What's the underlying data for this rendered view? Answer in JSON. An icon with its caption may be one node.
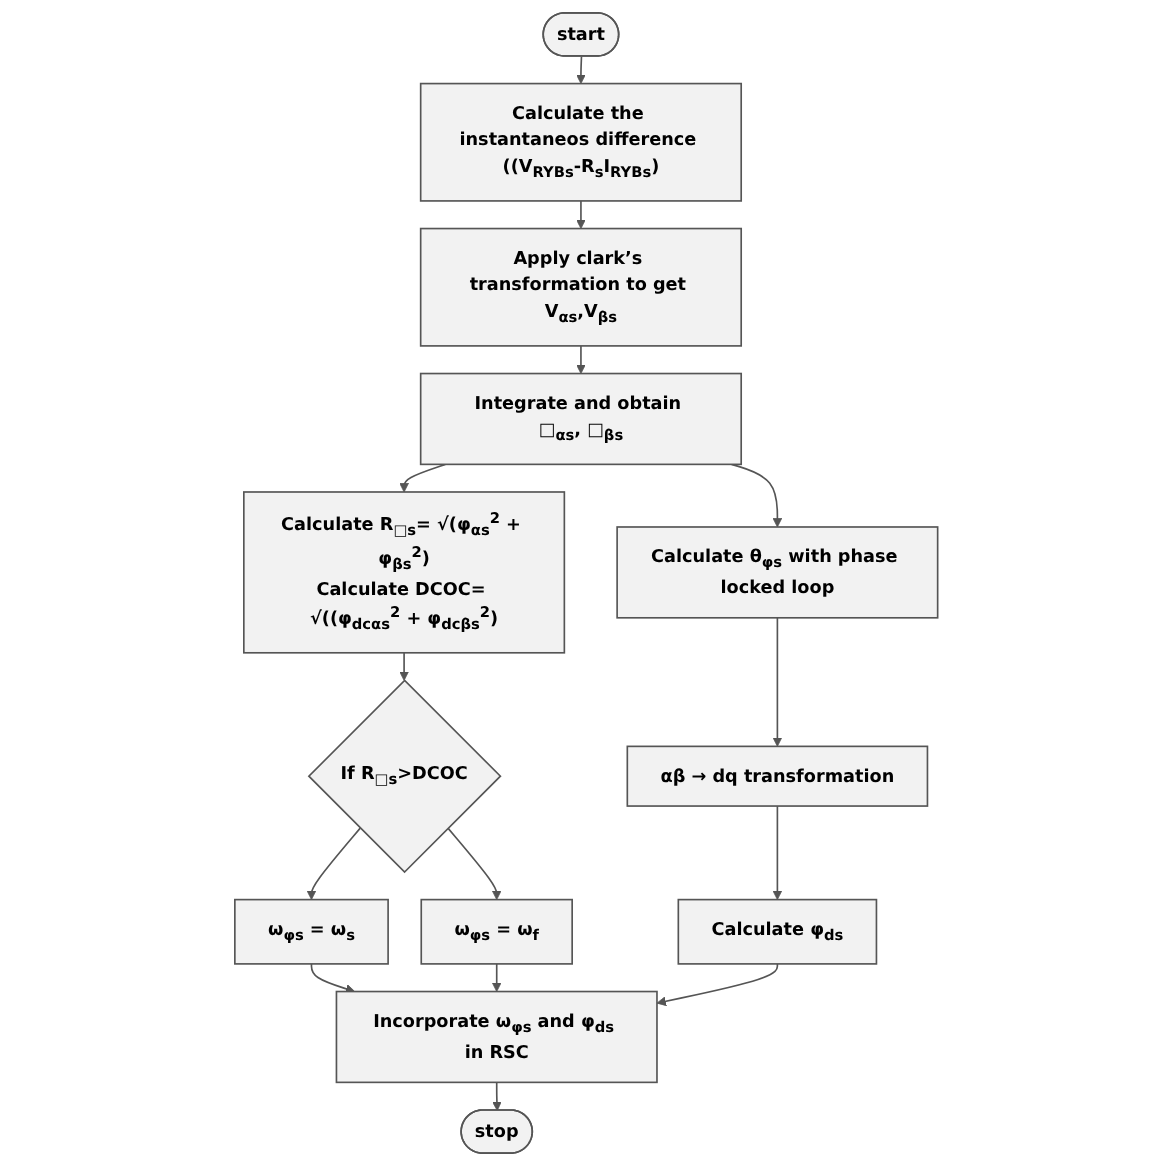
{
  "diagram": {
    "nodes": [
      {
        "text": [
          "start"
        ]
      },
      {
        "text": [
          "Calculate the instantaneos difference ((V$_{RYBs}$-R$_{s}$I$_{RYBs}$)"
        ]
      },
      {
        "text": [
          "Apply clark’s transformation to get V$_{αs}$,V$_{βs}$"
        ]
      },
      {
        "text": [
          "Integrate and obtain □$_{αs}$, □$_{βs}$"
        ]
      },
      {
        "text": [
          "Calculate θ$_{φs}$ with phase locked loop"
        ]
      },
      {
        "text": [
          "αβ → dq transformation"
        ]
      },
      {
        "text": [
          "Calculate φ$_{ds}$"
        ]
      },
      {
        "text": [
          "Calculate R$_{□s}$= √(φ$_{αs}$$^{2}$ + φ$_{βs}$$^{2}$)",
          "Calculate DCOC= √((φ$_{dcαs}$$^{2}$ + φ$_{dcβs}$$^{2}$)"
        ]
      },
      {
        "text": [
          "If R$_{□s}$>DCOC"
        ]
      },
      {
        "text": [
          "ω$_{φs}$ = ω$_{f}$"
        ]
      },
      {
        "text": [
          "ω$_{φs}$ = ω$_{s}$"
        ]
      },
      {
        "text": [
          "Incorporate ω$_{φs}$ and φ$_{ds}$ in RSC"
        ]
      },
      {
        "text": [
          "stop"
        ]
      }
    ],
    "edges": [
      {
        "from": 0,
        "to": 1,
        "arrow": "to"
      },
      {
        "from": 1,
        "to": 2,
        "arrow": "to"
      },
      {
        "from": 2,
        "to": 3,
        "arrow": "to"
      },
      {
        "from": 3,
        "to": 4,
        "arrow": "to"
      },
      {
        "from": 4,
        "to": 5,
        "arrow": "to"
      },
      {
        "from": 5,
        "to": 6,
        "arrow": "to"
      },
      {
        "from": 3,
        "to": 7,
        "arrow": "to"
      },
      {
        "from": 7,
        "to": 8,
        "arrow": "to"
      },
      {
        "from": 8,
        "to": 9,
        "arrow": "to"
      },
      {
        "from": 8,
        "to": 10,
        "arrow": "to"
      },
      {
        "from": 10,
        "to": 11,
        "arrow": "to"
      },
      {
        "from": 9,
        "to": 11,
        "arrow": "to"
      },
      {
        "from": 6,
        "to": 11,
        "arrow": "to"
      },
      {
        "from": 11,
        "to": 12,
        "arrow": "to"
      }
    ]
  }
}
